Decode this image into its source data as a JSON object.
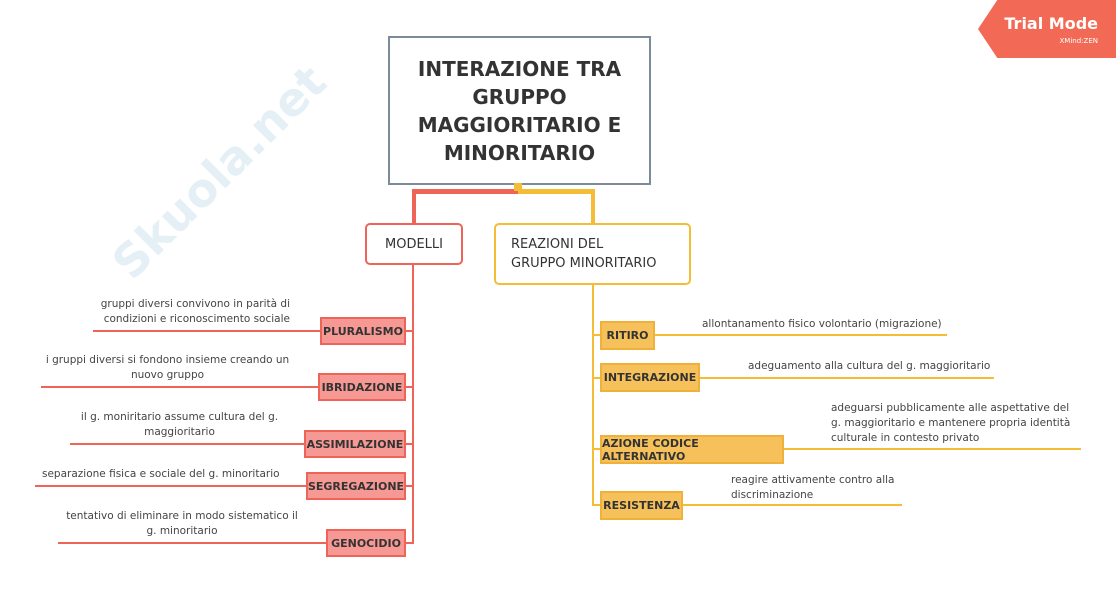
{
  "central": "INTERAZIONE TRA GRUPPO MAGGIORITARIO E MINORITARIO",
  "watermark": "Skuola.net",
  "trial": {
    "title": "Trial Mode",
    "sub": "XMind:ZEN"
  },
  "colors": {
    "red": "#ee6459",
    "yellow": "#f4bd35"
  },
  "modelli": {
    "label": "MODELLI",
    "items": [
      {
        "label": "PLURALISMO",
        "desc": "gruppi diversi convivono in parità di condizioni e riconoscimento sociale"
      },
      {
        "label": "IBRIDAZIONE",
        "desc": "i gruppi diversi si fondono insieme creando un nuovo gruppo"
      },
      {
        "label": "ASSIMILAZIONE",
        "desc": "il g. moniritario assume cultura del g. maggioritario"
      },
      {
        "label": "SEGREGAZIONE",
        "desc": "separazione fisica e sociale del g. minoritario"
      },
      {
        "label": "GENOCIDIO",
        "desc": "tentativo di eliminare in modo sistematico il g. minoritario"
      }
    ]
  },
  "reazioni": {
    "label": "REAZIONI DEL GRUPPO MINORITARIO",
    "items": [
      {
        "label": "RITIRO",
        "desc": "allontanamento fisico volontario (migrazione)"
      },
      {
        "label": "INTEGRAZIONE",
        "desc": "adeguamento alla cultura del g. maggioritario"
      },
      {
        "label": "AZIONE CODICE ALTERNATIVO",
        "desc": "adeguarsi pubblicamente alle aspettative del g. maggioritario e mantenere propria identità culturale in contesto privato"
      },
      {
        "label": "RESISTENZA",
        "desc": "reagire attivamente contro alla discriminazione"
      }
    ]
  }
}
